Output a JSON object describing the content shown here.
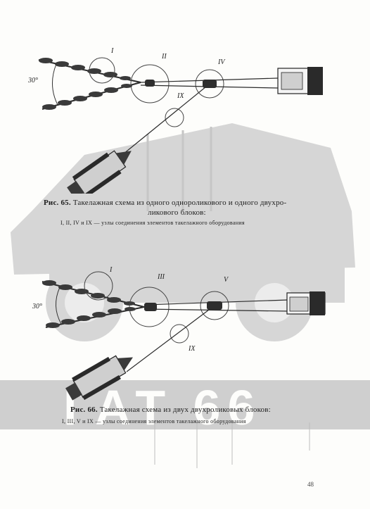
{
  "fig65": {
    "caption_prefix": "Рис. 65.",
    "caption_line1": "Такелажная схема из одного однороликового и одного двухро-",
    "caption_line2": "ликового блоков:",
    "subcaption": "I, II, IV и IX — узлы соединения элементов такелажного оборудования",
    "angle": "30°",
    "node_labels": [
      "I",
      "II",
      "IV",
      "IX"
    ]
  },
  "fig66": {
    "caption_prefix": "Рис. 66.",
    "caption_line1": "Такелажная схема из двух двухроликовых блоков:",
    "subcaption": "I, III, V и IX — узлы соединения элементов такелажного оборудования",
    "angle": "30°",
    "node_labels": [
      "I",
      "III",
      "V",
      "IX"
    ]
  },
  "watermark": {
    "text": "ГАТ 66",
    "color": "#c9c9c9"
  },
  "page_number": "48"
}
